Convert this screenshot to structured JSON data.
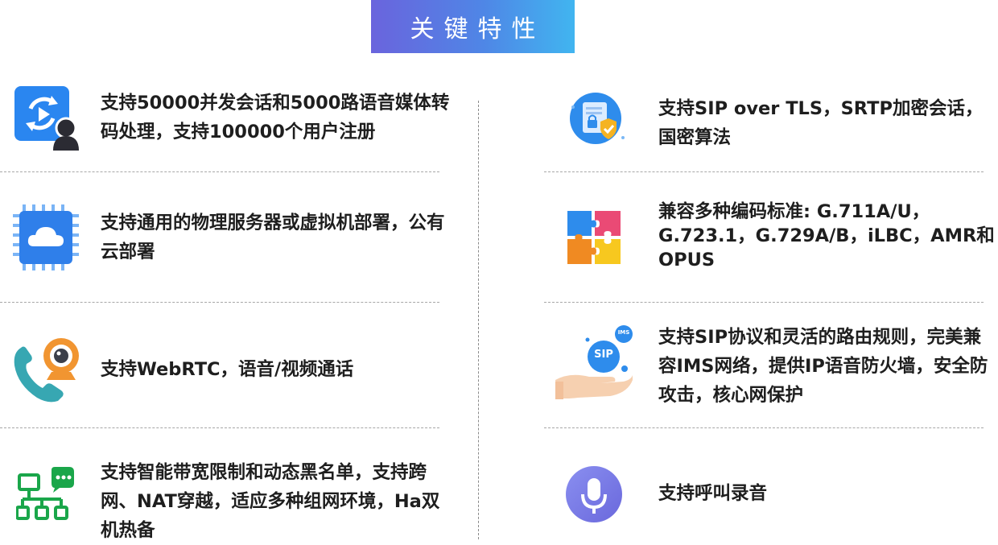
{
  "header": {
    "title": "关键特性"
  },
  "features": {
    "left": [
      {
        "icon": "media-transcode-icon",
        "text": "支持50000并发会话和5000路语音媒体转码处理，支持100000个用户注册"
      },
      {
        "icon": "cloud-chip-icon",
        "text": "支持通用的物理服务器或虚拟机部署，公有云部署"
      },
      {
        "icon": "webcam-phone-icon",
        "text": "支持WebRTC，语音/视频通话"
      },
      {
        "icon": "network-topology-icon",
        "text": "支持智能带宽限制和动态黑名单，支持跨网、NAT穿越，适应多种组网环境，Ha双机热备"
      }
    ],
    "right": [
      {
        "icon": "secure-document-icon",
        "text": "支持SIP over TLS，SRTP加密会话，国密算法"
      },
      {
        "icon": "puzzle-icon",
        "text": "兼容多种编码标准: G.711A/U，G.723.1，G.729A/B，iLBC，AMR和OPUS"
      },
      {
        "icon": "sip-hand-icon",
        "text": "支持SIP协议和灵活的路由规则，完美兼容IMS网络，提供IP语音防火墙，安全防攻击，核心网保护"
      },
      {
        "icon": "microphone-icon",
        "text": "支持呼叫录音"
      }
    ]
  },
  "icon_labels": {
    "sip": "SIP",
    "ims": "IMS"
  },
  "colors": {
    "title_gradient_start": "#6a64dd",
    "title_gradient_end": "#41b5f0",
    "text": "#1e1e1e",
    "divider": "#a7a7a7"
  }
}
